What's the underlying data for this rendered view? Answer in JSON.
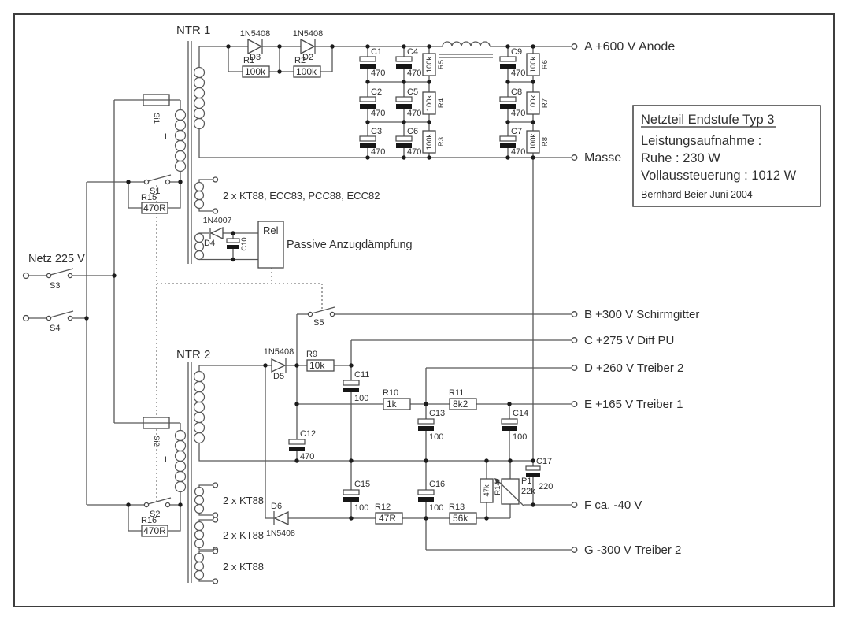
{
  "info_box": {
    "title": "Netzteil Endstufe Typ 3",
    "line1": "Leistungsaufnahme :",
    "line2": "Ruhe : 230 W",
    "line3": "Vollaussteuerung : 1012 W",
    "credit": "Bernhard Beier  Juni 2004"
  },
  "outputs": {
    "a": "A  +600 V  Anode",
    "masse": "Masse",
    "b": "B +300 V Schirmgitter",
    "c": "C +275 V Diff PU",
    "d": "D +260 V Treiber 2",
    "e": "E +165 V Treiber 1",
    "f": "F ca. -40 V",
    "g": "G -300 V Treiber 2"
  },
  "labels": {
    "ntr1": "NTR 1",
    "ntr2": "NTR 2",
    "netz": "Netz 225 V",
    "rel": "Rel",
    "anzug": "Passive Anzugdämpfung",
    "heater1": "2 x KT88, ECC83, PCC88, ECC82",
    "kt88": "2 x KT88",
    "l": "L"
  },
  "switches": {
    "s1": "S1",
    "s2": "S2",
    "s3": "S3",
    "s4": "S4",
    "s5": "S5"
  },
  "fuses": {
    "si1": "Si1",
    "si2": "Si2"
  },
  "parts": {
    "d2": {
      "ref": "D2",
      "type": "1N5408"
    },
    "d3": {
      "ref": "D3",
      "type": "1N5408"
    },
    "d4": {
      "ref": "D4",
      "type": "1N4007"
    },
    "d5": {
      "ref": "D5",
      "type": "1N5408"
    },
    "d6": {
      "ref": "D6",
      "type": "1N5408"
    },
    "r1": {
      "ref": "R1",
      "value": "100k"
    },
    "r2": {
      "ref": "R2",
      "value": "100k"
    },
    "r3": {
      "ref": "R3",
      "value": "100k"
    },
    "r4": {
      "ref": "R4",
      "value": "100k"
    },
    "r5": {
      "ref": "R5",
      "value": "100k"
    },
    "r6": {
      "ref": "R6",
      "value": "100k"
    },
    "r7": {
      "ref": "R7",
      "value": "100k"
    },
    "r8": {
      "ref": "R8",
      "value": "100k"
    },
    "r9": {
      "ref": "R9",
      "value": "10k"
    },
    "r10": {
      "ref": "R10",
      "value": "1k"
    },
    "r11": {
      "ref": "R11",
      "value": "8k2"
    },
    "r12": {
      "ref": "R12",
      "value": "47R"
    },
    "r13": {
      "ref": "R13",
      "value": "56k"
    },
    "r14": {
      "ref": "R14",
      "value": "47k"
    },
    "r15": {
      "ref": "R15",
      "value": "470R"
    },
    "r16": {
      "ref": "R16",
      "value": "470R"
    },
    "p1": {
      "ref": "P1",
      "value": "22k"
    },
    "c1": {
      "ref": "C1",
      "value": "470"
    },
    "c2": {
      "ref": "C2",
      "value": "470"
    },
    "c3": {
      "ref": "C3",
      "value": "470"
    },
    "c4": {
      "ref": "C4",
      "value": "470"
    },
    "c5": {
      "ref": "C5",
      "value": "470"
    },
    "c6": {
      "ref": "C6",
      "value": "470"
    },
    "c7": {
      "ref": "C7",
      "value": "470"
    },
    "c8": {
      "ref": "C8",
      "value": "470"
    },
    "c9": {
      "ref": "C9",
      "value": "470"
    },
    "c10": {
      "ref": "C10"
    },
    "c11": {
      "ref": "C11",
      "value": "100"
    },
    "c12": {
      "ref": "C12",
      "value": "470"
    },
    "c13": {
      "ref": "C13",
      "value": "100"
    },
    "c14": {
      "ref": "C14",
      "value": "100"
    },
    "c15": {
      "ref": "C15",
      "value": "100"
    },
    "c16": {
      "ref": "C16",
      "value": "100"
    },
    "c17": {
      "ref": "C17",
      "value": "220"
    }
  }
}
